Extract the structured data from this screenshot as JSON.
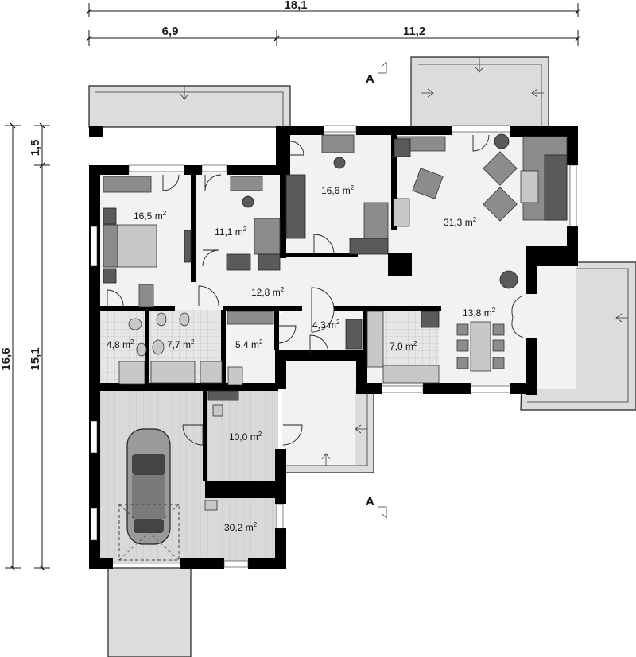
{
  "dimensions": {
    "total_width": "18,1",
    "left_width": "6,9",
    "right_width": "11,2",
    "total_depth": "16,6",
    "body_depth": "15,1",
    "offset_depth": "1,5"
  },
  "section_marks": [
    "A",
    "A"
  ],
  "rooms": {
    "bedroom_main": "16,5 m",
    "bedroom_small": "11,1 m",
    "study": "16,6 m",
    "living": "31,3 m",
    "hall": "12,8 m",
    "dining": "13,8 m",
    "bath_small": "4,8 m",
    "bath": "7,7 m",
    "utility": "5,4 m",
    "vestibule": "4,3 m",
    "kitchen": "7,0 m",
    "boiler": "10,0 m",
    "garage": "30,2 m"
  },
  "area_unit_exponent": "2"
}
